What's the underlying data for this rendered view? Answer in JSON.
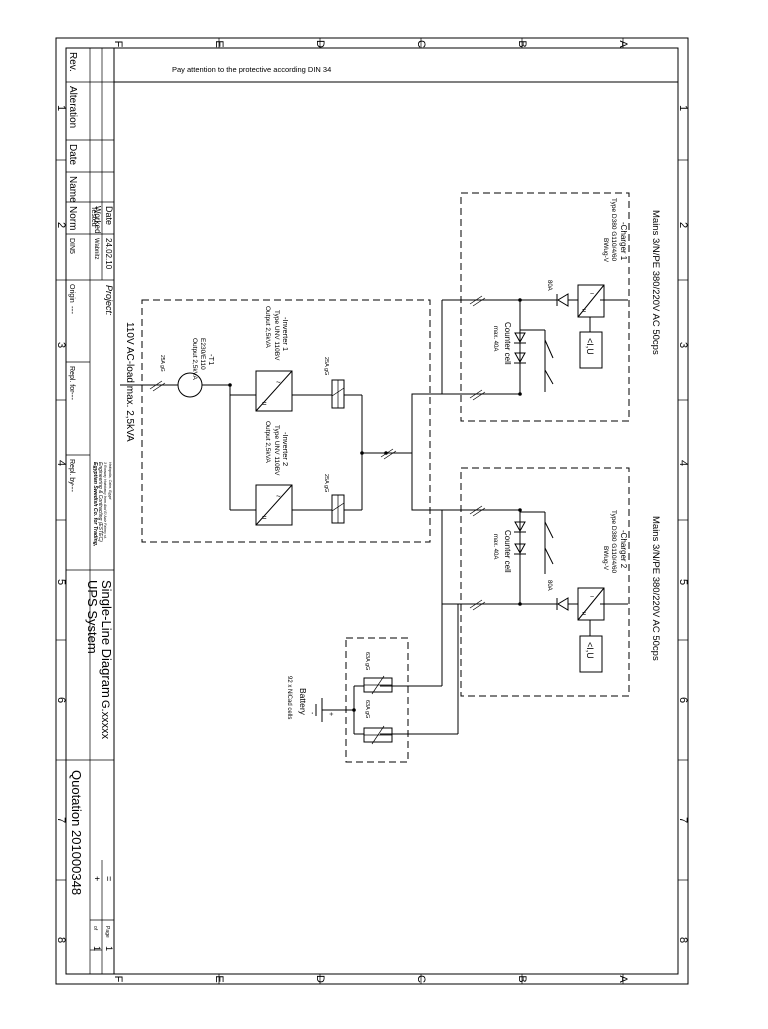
{
  "border": {
    "row_letters": [
      "A",
      "B",
      "C",
      "D",
      "E",
      "F"
    ],
    "col_numbers": [
      "1",
      "2",
      "3",
      "4",
      "5",
      "6",
      "7",
      "8"
    ]
  },
  "notes": {
    "top_note": "Pay attention to the protective according DIN 34",
    "ac_load": "110V AC-load max. 2,5kVA"
  },
  "mains": {
    "mains_1": "Mains 3/N/PE 380/220V AC 50cps",
    "mains_2": "Mains 3/N/PE 380/220V AC 50cps"
  },
  "charger_1": {
    "name": "-Charger 1",
    "type": "Type D380 G110/4/60",
    "spec": "BWug-V",
    "fuse": "80A",
    "meter": "<I,U"
  },
  "charger_2": {
    "name": "-Charger 2",
    "type": "Type D380 G110/4/60",
    "spec": "BWug-V",
    "fuse": "80A",
    "meter": "<I,U"
  },
  "counter_cell_1": {
    "name": "Counter cell",
    "max": "max. 40A"
  },
  "counter_cell_2": {
    "name": "Counter cell",
    "max": "max. 40A"
  },
  "inverter_1": {
    "name": "-Inverter 1",
    "type": "Type UNV 110BV",
    "output": "Output 2,5kVA",
    "fuse": "25A gG"
  },
  "inverter_2": {
    "name": "-Inverter 2",
    "type": "Type UNV 110BV",
    "output": "Output 2,5kVA",
    "fuse": "25A gG"
  },
  "transformer": {
    "name": "-T1",
    "type": "E230/E110",
    "output": "Output 2,5kVA",
    "fuse": "25A gG"
  },
  "battery": {
    "name": "Battery",
    "cells": "92 x NiCad cells",
    "fuse_1": "63A gG",
    "fuse_2": "63A gG",
    "plus": "+",
    "minus": "-"
  },
  "title_block": {
    "header_rev": "Rev.",
    "header_alteration": "Alteration",
    "header_date": "Date",
    "header_name": "Name",
    "header_norm": "Norm",
    "header_din": "DIN5",
    "label_date": "Date",
    "value_date": "24.02.10",
    "label_worked": "Worked",
    "value_worked": "Wabnitz",
    "label_tested": "Tested",
    "label_origin": "Origin",
    "value_origin": "---",
    "label_repl_for": "Repl. for",
    "value_repl_for": "---",
    "label_repl_by": "Repl. by",
    "value_repl_by": "---",
    "project_label": "Project:",
    "company_name": "Egyptian Swedish Co. for Trading,",
    "company_line_2": "Engineering & Contracting (ESTEC)",
    "company_line_3": "3 Rooway Hoinbawy from Abd El Aziz Fahmy st.",
    "company_line_4": "Heliopolis, Cairo, Egypt",
    "drawing_title": "Single-Line Diagram",
    "drawing_subtitle": "UPS System",
    "drawing_number": "G.xxxxx",
    "quotation": "Quotation 201000348",
    "mark_eq": "=",
    "mark_plus": "+",
    "page_label": "Page",
    "page_number": "1",
    "of_label": "of",
    "of_number": "1"
  }
}
